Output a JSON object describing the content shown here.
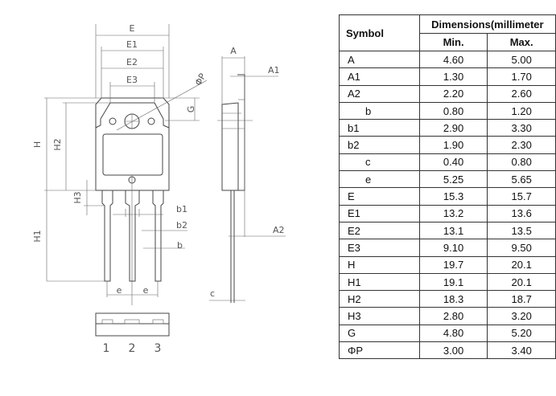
{
  "drawing": {
    "labels": {
      "E": "E",
      "E1": "E1",
      "E2": "E2",
      "E3": "E3",
      "phiP": "ΦP",
      "G": "G",
      "H": "H",
      "H2": "H2",
      "H3": "H3",
      "H1": "H1",
      "b1": "b1",
      "b2": "b2",
      "b": "b",
      "e1": "e",
      "e2": "e",
      "A": "A",
      "A1": "A1",
      "A2": "A2",
      "c": "c",
      "pin1": "1",
      "pin2": "2",
      "pin3": "3"
    }
  },
  "table": {
    "header": {
      "symbol": "Symbol",
      "dimensions": "Dimensions(millimeter",
      "min": "Min.",
      "max": "Max."
    },
    "rows": [
      {
        "symbol": "A",
        "min": "4.60",
        "max": "5.00"
      },
      {
        "symbol": "A1",
        "min": "1.30",
        "max": "1.70"
      },
      {
        "symbol": "A2",
        "min": "2.20",
        "max": "2.60"
      },
      {
        "symbol": "b",
        "min": "0.80",
        "max": "1.20"
      },
      {
        "symbol": "b1",
        "min": "2.90",
        "max": "3.30"
      },
      {
        "symbol": "b2",
        "min": "1.90",
        "max": "2.30"
      },
      {
        "symbol": "c",
        "min": "0.40",
        "max": "0.80"
      },
      {
        "symbol": "e",
        "min": "5.25",
        "max": "5.65"
      },
      {
        "symbol": "E",
        "min": "15.3",
        "max": "15.7"
      },
      {
        "symbol": "E1",
        "min": "13.2",
        "max": "13.6"
      },
      {
        "symbol": "E2",
        "min": "13.1",
        "max": "13.5"
      },
      {
        "symbol": "E3",
        "min": "9.10",
        "max": "9.50"
      },
      {
        "symbol": "H",
        "min": "19.7",
        "max": "20.1"
      },
      {
        "symbol": "H1",
        "min": "19.1",
        "max": "20.1"
      },
      {
        "symbol": "H2",
        "min": "18.3",
        "max": "18.7"
      },
      {
        "symbol": "H3",
        "min": "2.80",
        "max": "3.20"
      },
      {
        "symbol": "G",
        "min": "4.80",
        "max": "5.20"
      },
      {
        "symbol": "ΦP",
        "min": "3.00",
        "max": "3.40"
      }
    ]
  }
}
